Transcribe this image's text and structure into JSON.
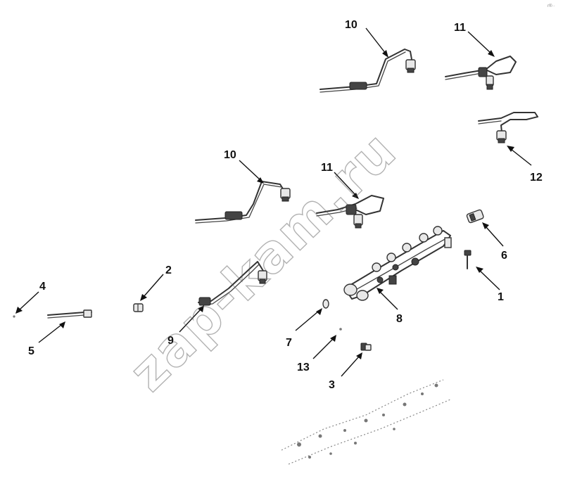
{
  "watermark": "zap-kam.ru",
  "corner_mark": "r®··",
  "callouts": {
    "c10_top": "10",
    "c11_top": "11",
    "c12": "12",
    "c10_mid": "10",
    "c11_mid": "11",
    "c6": "6",
    "c2": "2",
    "c4": "4",
    "c1": "1",
    "c8": "8",
    "c5": "5",
    "c9": "9",
    "c7": "7",
    "c13": "13",
    "c3": "3"
  },
  "colors": {
    "line": "#333333",
    "label": "#111111",
    "watermark": "#555555"
  }
}
